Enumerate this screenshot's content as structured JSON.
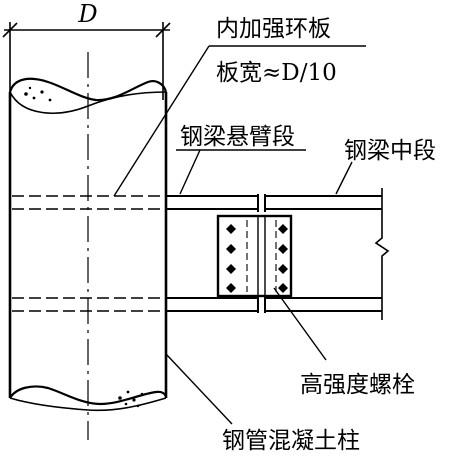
{
  "labels": {
    "diameter": "D",
    "inner_ring_plate": "内加强环板",
    "plate_width": "板宽≈D/10",
    "beam_cantilever_segment": "钢梁悬臂段",
    "beam_middle_segment": "钢梁中段",
    "high_strength_bolts": "高强度螺栓",
    "cfst_column": "钢管混凝土柱"
  },
  "colors": {
    "line": "#000000",
    "background": "#ffffff"
  },
  "icons": {
    "bolt": "bolt-diamond-icon"
  }
}
